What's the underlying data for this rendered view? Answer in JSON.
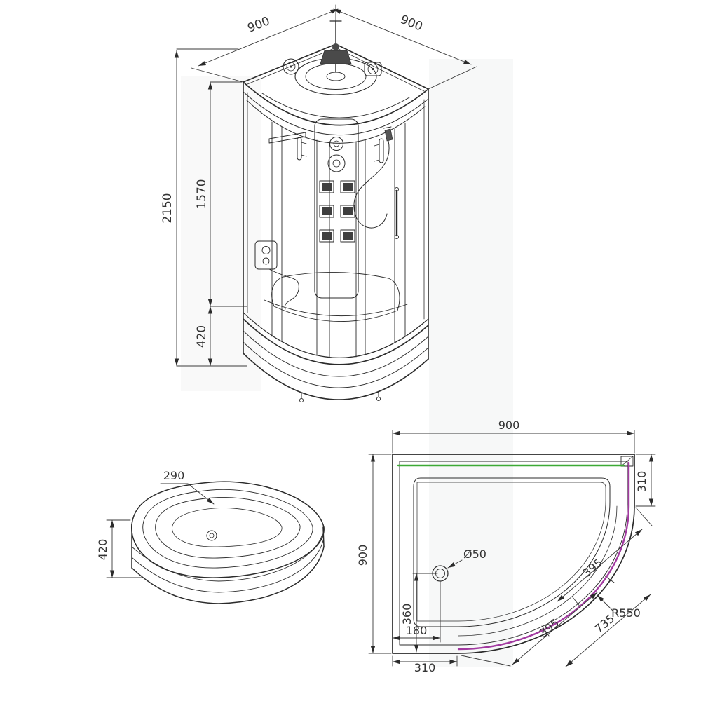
{
  "colors": {
    "ink": "#2b2b2b",
    "dim_line": "#3a3a3a",
    "green": "#3daa35",
    "magenta": "#a23aa0"
  },
  "front_view": {
    "dim_width_left": "900",
    "dim_width_right": "900",
    "dim_height_total": "2150",
    "dim_height_cabin": "1570",
    "dim_height_tray": "420"
  },
  "tray_view": {
    "dim_rim_depth": "290",
    "dim_height": "420"
  },
  "plan_view": {
    "dim_width": "900",
    "dim_depth": "900",
    "dim_right_side": "310",
    "dim_drain_from_bottom": "360",
    "dim_drain_from_left": "180",
    "dim_bottom_side": "310",
    "dim_arc_segment_1": "395",
    "dim_arc_segment_2": "395",
    "dim_arc_chord": "735",
    "dim_radius": "R550",
    "dim_drain_diameter": "Ø50"
  }
}
